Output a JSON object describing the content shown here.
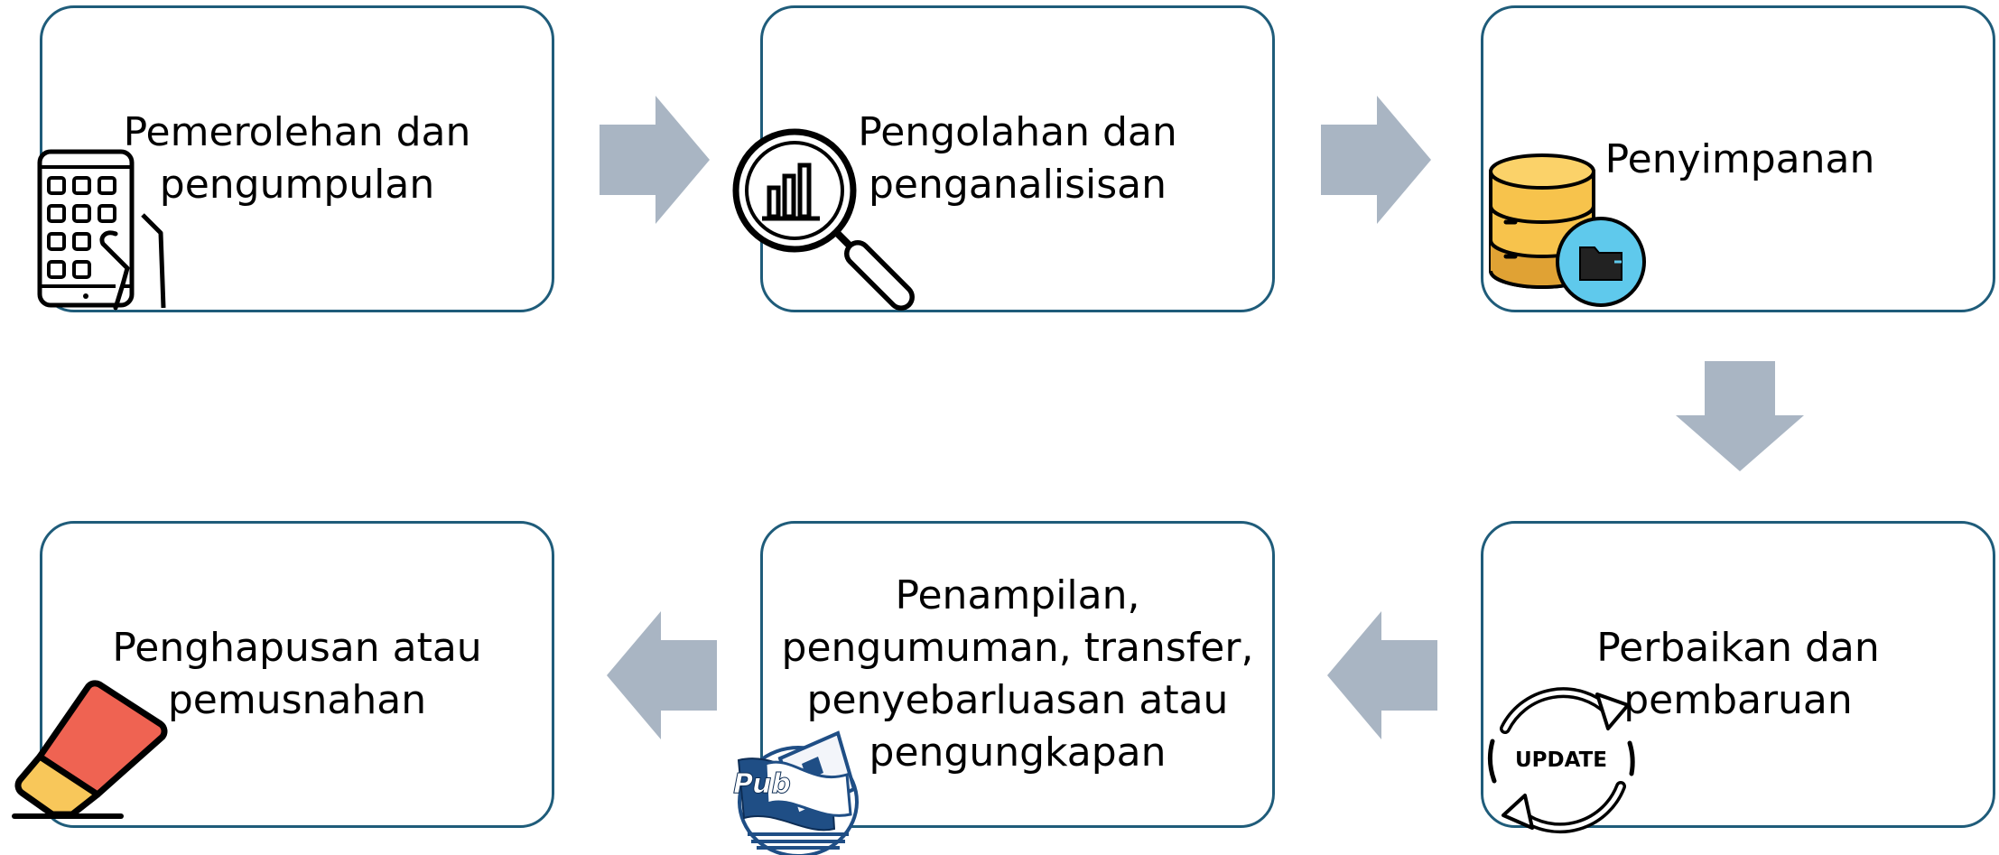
{
  "diagram": {
    "steps": [
      {
        "label_lines": [
          "Pemerolehan dan",
          "pengumpulan"
        ],
        "icon": "tablet-hand-icon"
      },
      {
        "label_lines": [
          "Pengolahan dan",
          "penganalisisan"
        ],
        "icon": "magnifier-chart-icon"
      },
      {
        "label_lines": [
          "Penyimpanan"
        ],
        "icon": "database-folder-icon"
      },
      {
        "label_lines": [
          "Perbaikan dan",
          "pembaruan"
        ],
        "icon": "update-cycle-icon",
        "icon_text": "UPDATE"
      },
      {
        "label_lines": [
          "Penampilan,",
          "pengumuman, transfer,",
          "penyebarluasan atau",
          "pengungkapan"
        ],
        "icon": "publication-icon",
        "icon_text": "Pub"
      },
      {
        "label_lines": [
          "Penghapusan atau",
          "pemusnahan"
        ],
        "icon": "eraser-icon"
      }
    ],
    "colors": {
      "box_border": "#1f5c7a",
      "arrow": "#a9b5c3",
      "text": "#000000",
      "database": "#f7c34c",
      "folder_badge": "#5fc9ec",
      "eraser_red": "#ef6352",
      "eraser_yellow": "#f8c75a",
      "pub_blue": "#1f4e85"
    }
  }
}
